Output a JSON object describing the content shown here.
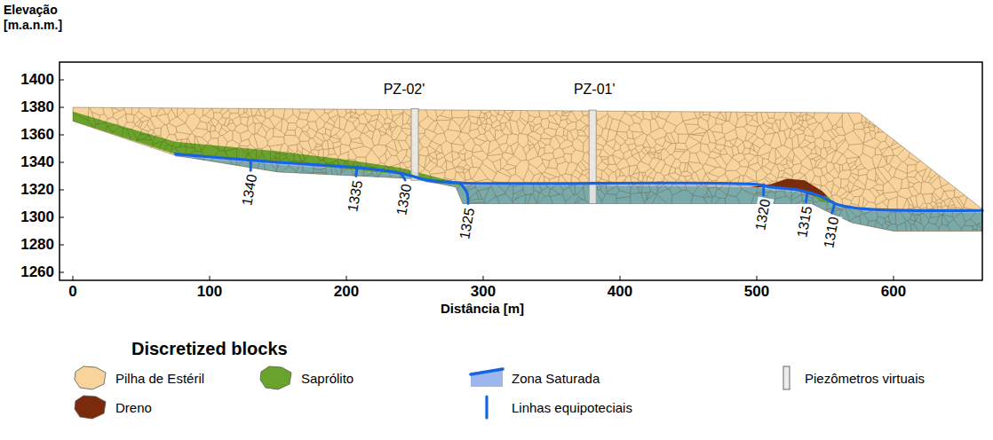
{
  "diagram": {
    "labels": [
      "Elevação",
      "[m.a.n.m.]",
      "1400",
      "1380",
      "1360",
      "1340",
      "1320",
      "1300",
      "1280",
      "1260",
      "0",
      "100",
      "200",
      "300",
      "400",
      "500",
      "600",
      "Distância [m]",
      "PZ-02'",
      "PZ-01'",
      "1340",
      "1335",
      "1330",
      "1325",
      "1320",
      "1315",
      "1310",
      "Discretized blocks"
    ],
    "legend": [
      {
        "text": "Pilha de Estéril",
        "color": "#f8d39c"
      },
      {
        "text": "Saprólito",
        "color": "#6aa32c"
      },
      {
        "text": "Zona Saturada"
      },
      {
        "text": "Piezômetros virtuais"
      },
      {
        "text": "Dreno",
        "color": "#7b2b0c"
      },
      {
        "text": "Linhas equipoteciais"
      }
    ]
  }
}
